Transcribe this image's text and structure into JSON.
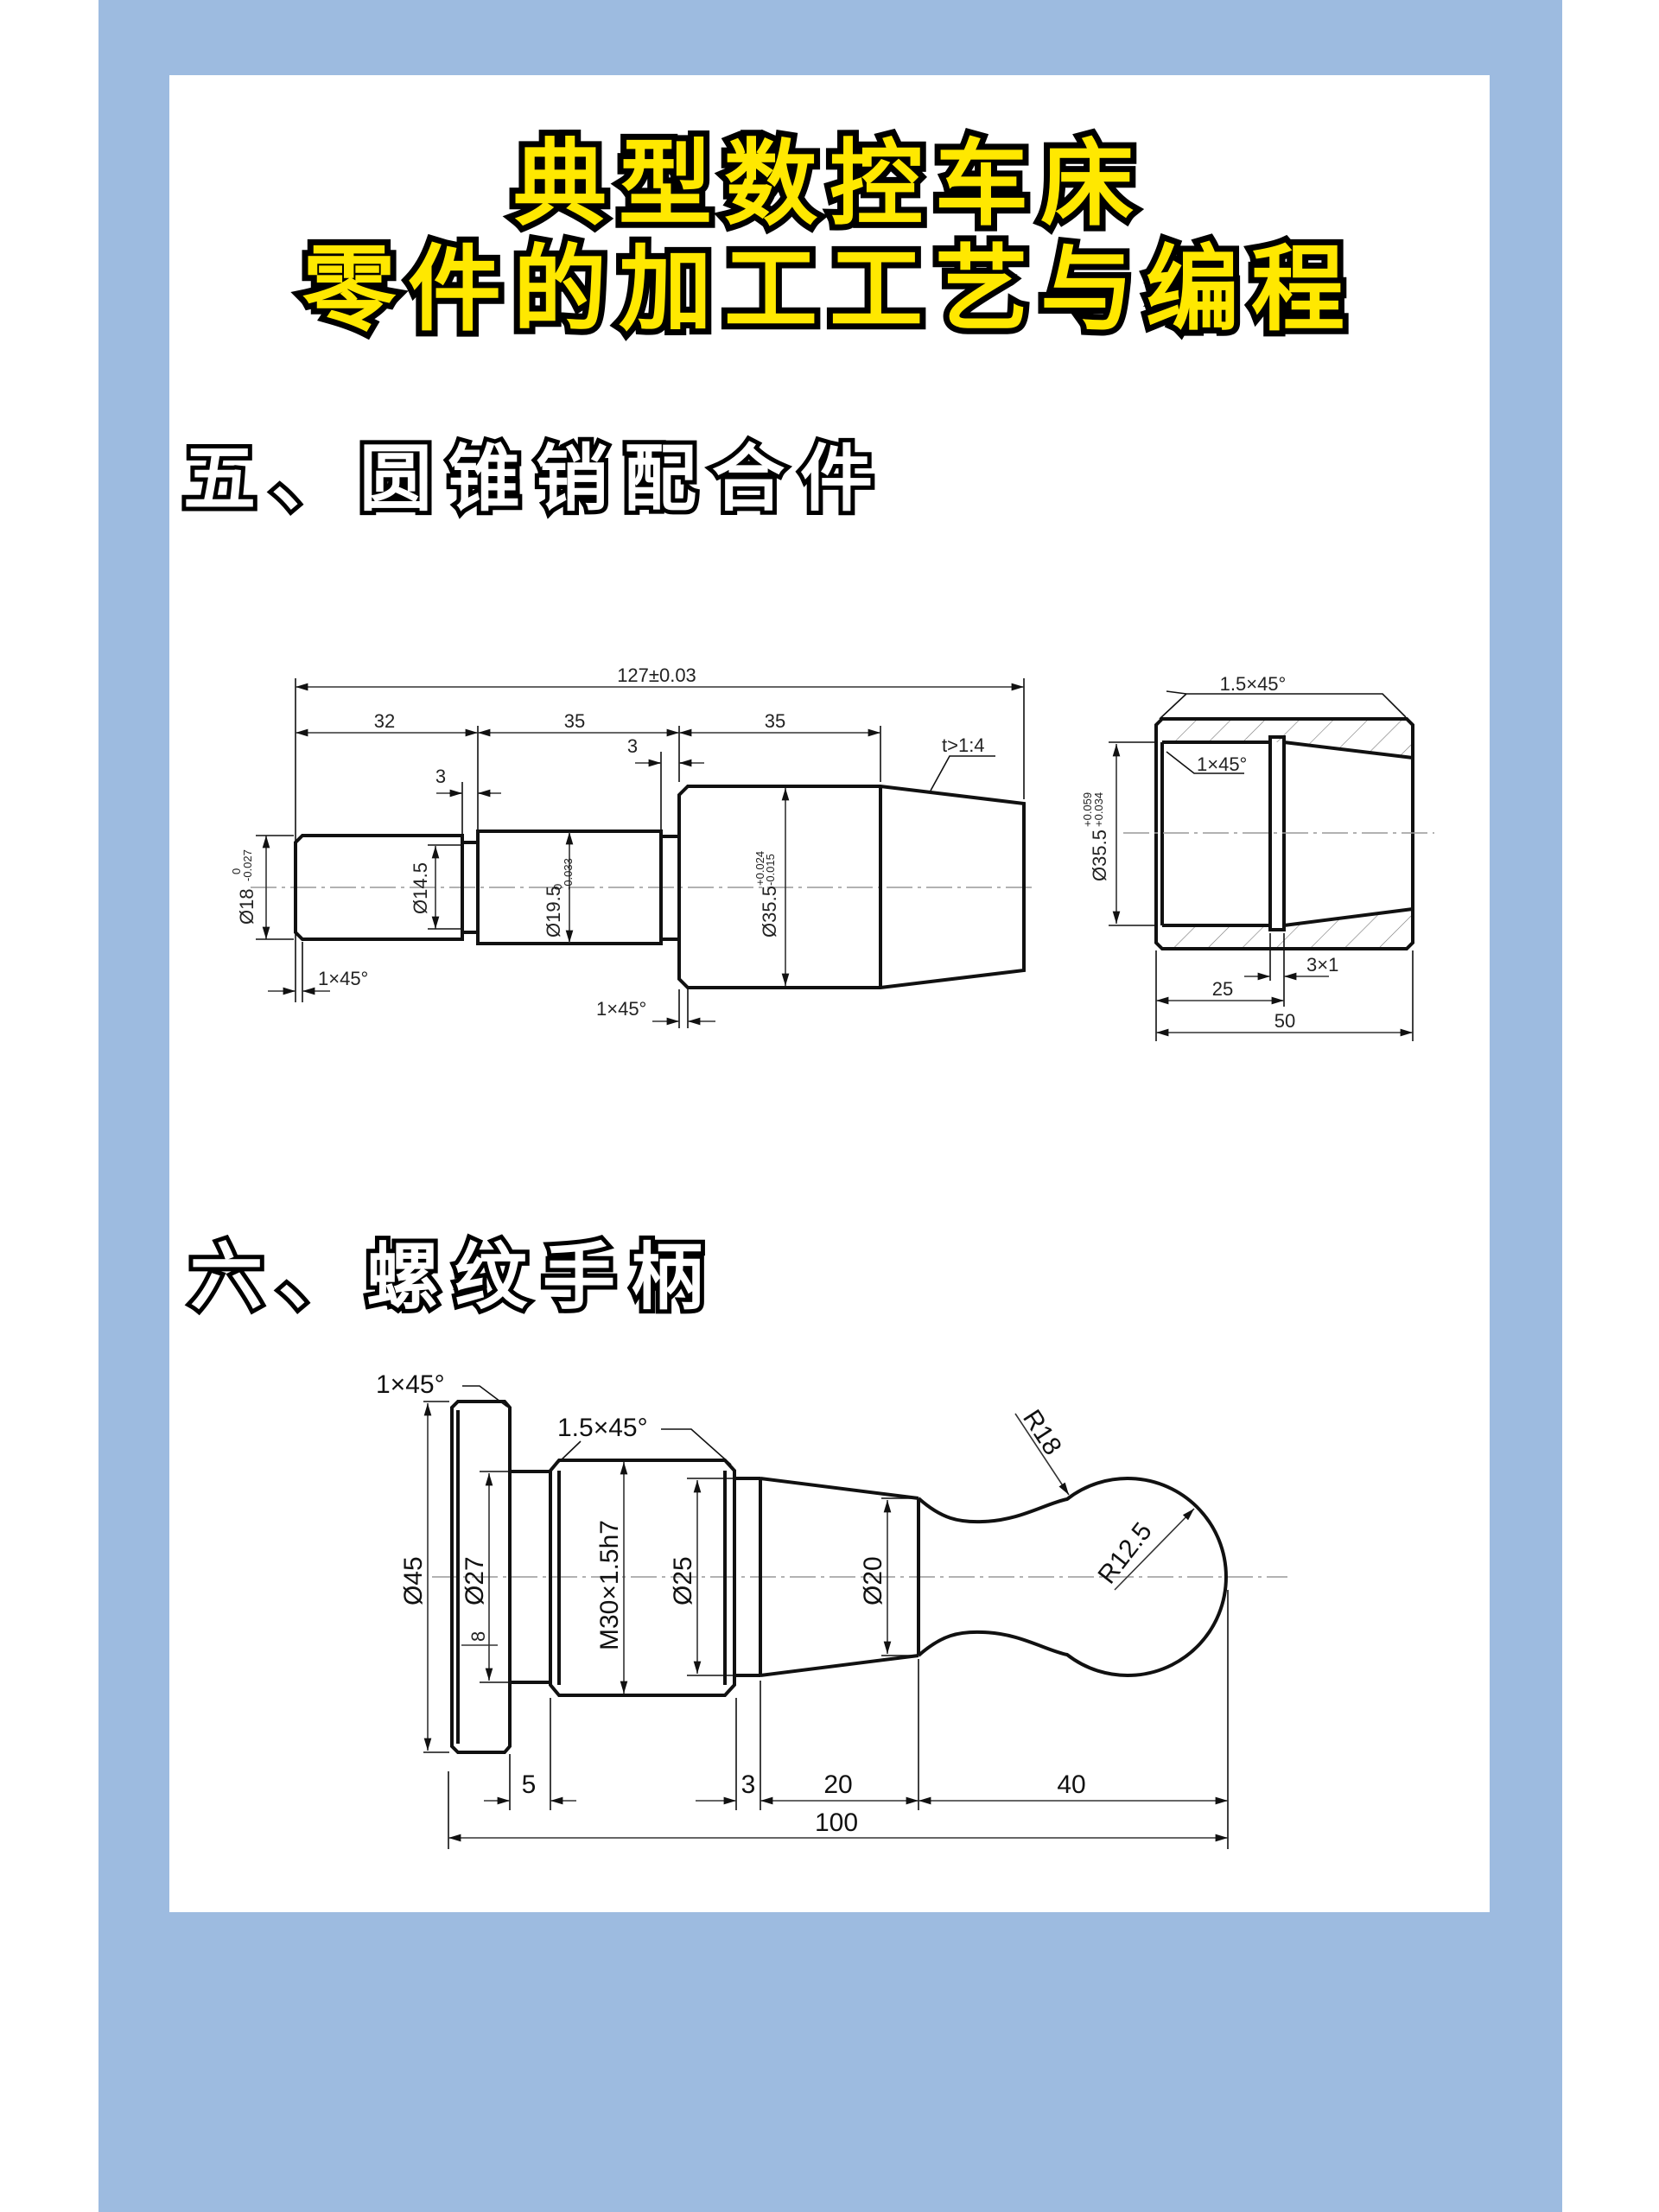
{
  "title": {
    "line1": "典型数控车床",
    "line2": "零件的加工工艺与编程"
  },
  "colors": {
    "background": "#9dbbe0",
    "card": "#ffffff",
    "title_fill": "#ffe800",
    "title_outline": "#000000"
  },
  "sections": [
    {
      "heading": "五、圆锥销配合件",
      "pin": {
        "overall": "127±0.03",
        "len1": "32",
        "len2": "35",
        "len3": "35",
        "groove1": "3",
        "groove2": "3",
        "taper": "t>1:4",
        "d18": "Ø18",
        "d18_tol_upper": "0",
        "d18_tol_lower": "-0.027",
        "d14": "Ø14.5",
        "d19": "Ø19.5",
        "d19_tol_upper": "0",
        "d19_tol_lower": "-0.033",
        "d35": "Ø35.5",
        "d35_tol_upper": "+0.024",
        "d35_tol_lower": "-0.015",
        "chamfer_left": "1×45°",
        "chamfer_mid": "1×45°"
      },
      "sleeve": {
        "chamfer_outer": "1.5×45°",
        "chamfer_inner": "1×45°",
        "bore": "Ø35.5",
        "bore_tol_upper": "+0.059",
        "bore_tol_lower": "+0.034",
        "groove": "3×1",
        "len_bore": "25",
        "len_total": "50"
      }
    },
    {
      "heading": "六、螺纹手柄",
      "handle": {
        "chamfer1": "1×45°",
        "chamfer2": "1.5×45°",
        "d45": "Ø45",
        "d27": "Ø27",
        "w8": "8",
        "thread": "M30×1.5h7",
        "d25": "Ø25",
        "d20": "Ø20",
        "r18": "R18",
        "r125": "R12.5",
        "l5": "5",
        "l3": "3",
        "l20": "20",
        "l40": "40",
        "l100": "100"
      }
    }
  ]
}
